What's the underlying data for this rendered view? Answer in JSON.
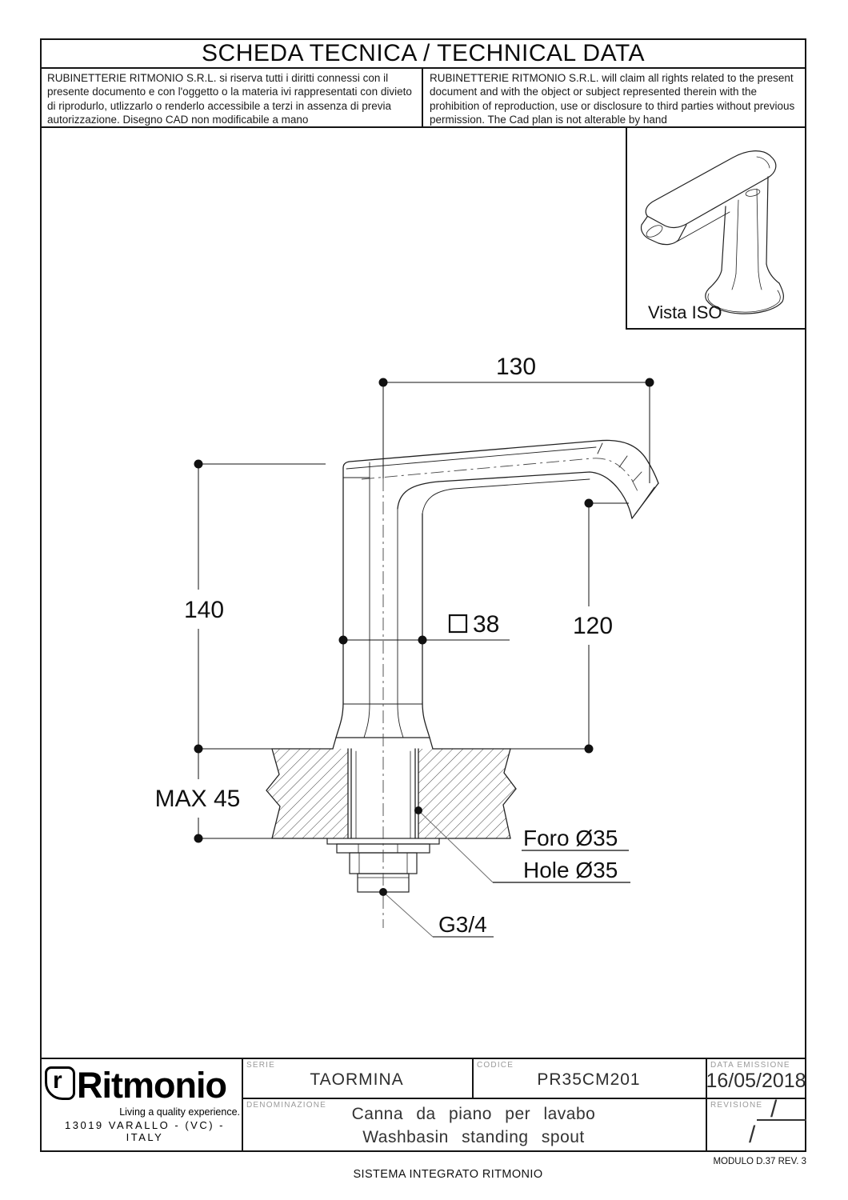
{
  "page": {
    "title": "SCHEDA TECNICA / TECHNICAL DATA",
    "disclaimer_it": "RUBINETTERIE RITMONIO S.R.L. si riserva tutti i diritti connessi con il presente documento e con l'oggetto o la materia ivi rappresentati con divieto di riprodurlo, utlizzarlo o renderlo accessibile a terzi in assenza di previa autorizzazione. Disegno CAD non modificabile a mano",
    "disclaimer_en": "RUBINETTERIE RITMONIO S.R.L. will claim all rights related to the present document and with the object or subject represented therein with the prohibition  of reproduction, use or disclosure to third parties without previous permission.  The Cad plan is not alterable by hand"
  },
  "iso_view": {
    "label": "Vista ISO"
  },
  "dimensions": {
    "top_width": "130",
    "left_height": "140",
    "right_height": "120",
    "square_symbol": "□",
    "square_value": "38",
    "max_thickness": "MAX 45",
    "hole_label_it": "Foro Ø35",
    "hole_label_en": "Hole Ø35",
    "thread": "G3/4"
  },
  "title_block": {
    "brand": {
      "name": "Ritmonio",
      "mark_letter": "r",
      "tagline": "Living a quality experience.",
      "address": "13019 VARALLO - (VC) - ITALY"
    },
    "serie": {
      "label": "SERIE",
      "value": "TAORMINA"
    },
    "codice": {
      "label": "CODICE",
      "value": "PR35CM201"
    },
    "data_emissione": {
      "label": "DATA EMISSIONE",
      "value": "16/05/2018"
    },
    "denominazione": {
      "label": "DENOMINAZIONE",
      "line_it": "Canna da piano per lavabo",
      "line_en": "Washbasin standing spout"
    },
    "revisione": {
      "label": "REVISIONE",
      "slash_top": "/",
      "slash_bottom": "/"
    }
  },
  "footer": {
    "center": "SISTEMA INTEGRATO RITMONIO",
    "right": "MODULO D.37 REV. 3"
  }
}
